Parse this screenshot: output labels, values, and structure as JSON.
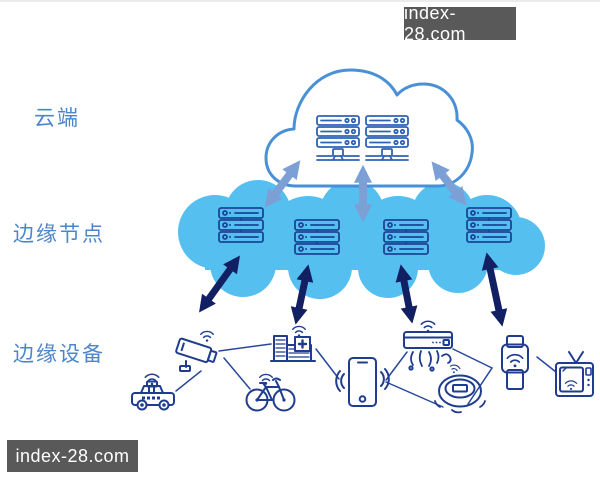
{
  "watermarks": {
    "top_right": "index-28.com",
    "bottom_left": "index-28.com"
  },
  "layers": {
    "cloud": {
      "label": "云端",
      "items": [
        "server-rack",
        "server-rack"
      ]
    },
    "edge_nodes": {
      "label": "边缘节点",
      "items": [
        "server-rack",
        "server-rack",
        "server-rack",
        "server-rack"
      ]
    },
    "edge_devices": {
      "label": "边缘设备",
      "items": [
        "taxi",
        "cctv-camera",
        "hospital-building",
        "bicycle",
        "smartphone",
        "air-conditioner",
        "robot-vacuum",
        "smart-watch",
        "tv"
      ]
    }
  },
  "connections": {
    "cloud_to_edge_nodes": "bidirectional",
    "edge_nodes_to_devices": "bidirectional"
  },
  "colors": {
    "label_text": "#4c86c8",
    "cloud_outline": "#4a90d6",
    "cloud_server": "#2f62b5",
    "edge_cloud_fill": "#55bff0",
    "edge_server": "#1c4496",
    "steel_arrow": "#7c9fd6",
    "dark_arrow": "#131f63",
    "device_icon": "#1f3c8f",
    "connection_line": "#27479b",
    "watermark_bg": "#595959",
    "watermark_text": "#ffffff"
  }
}
